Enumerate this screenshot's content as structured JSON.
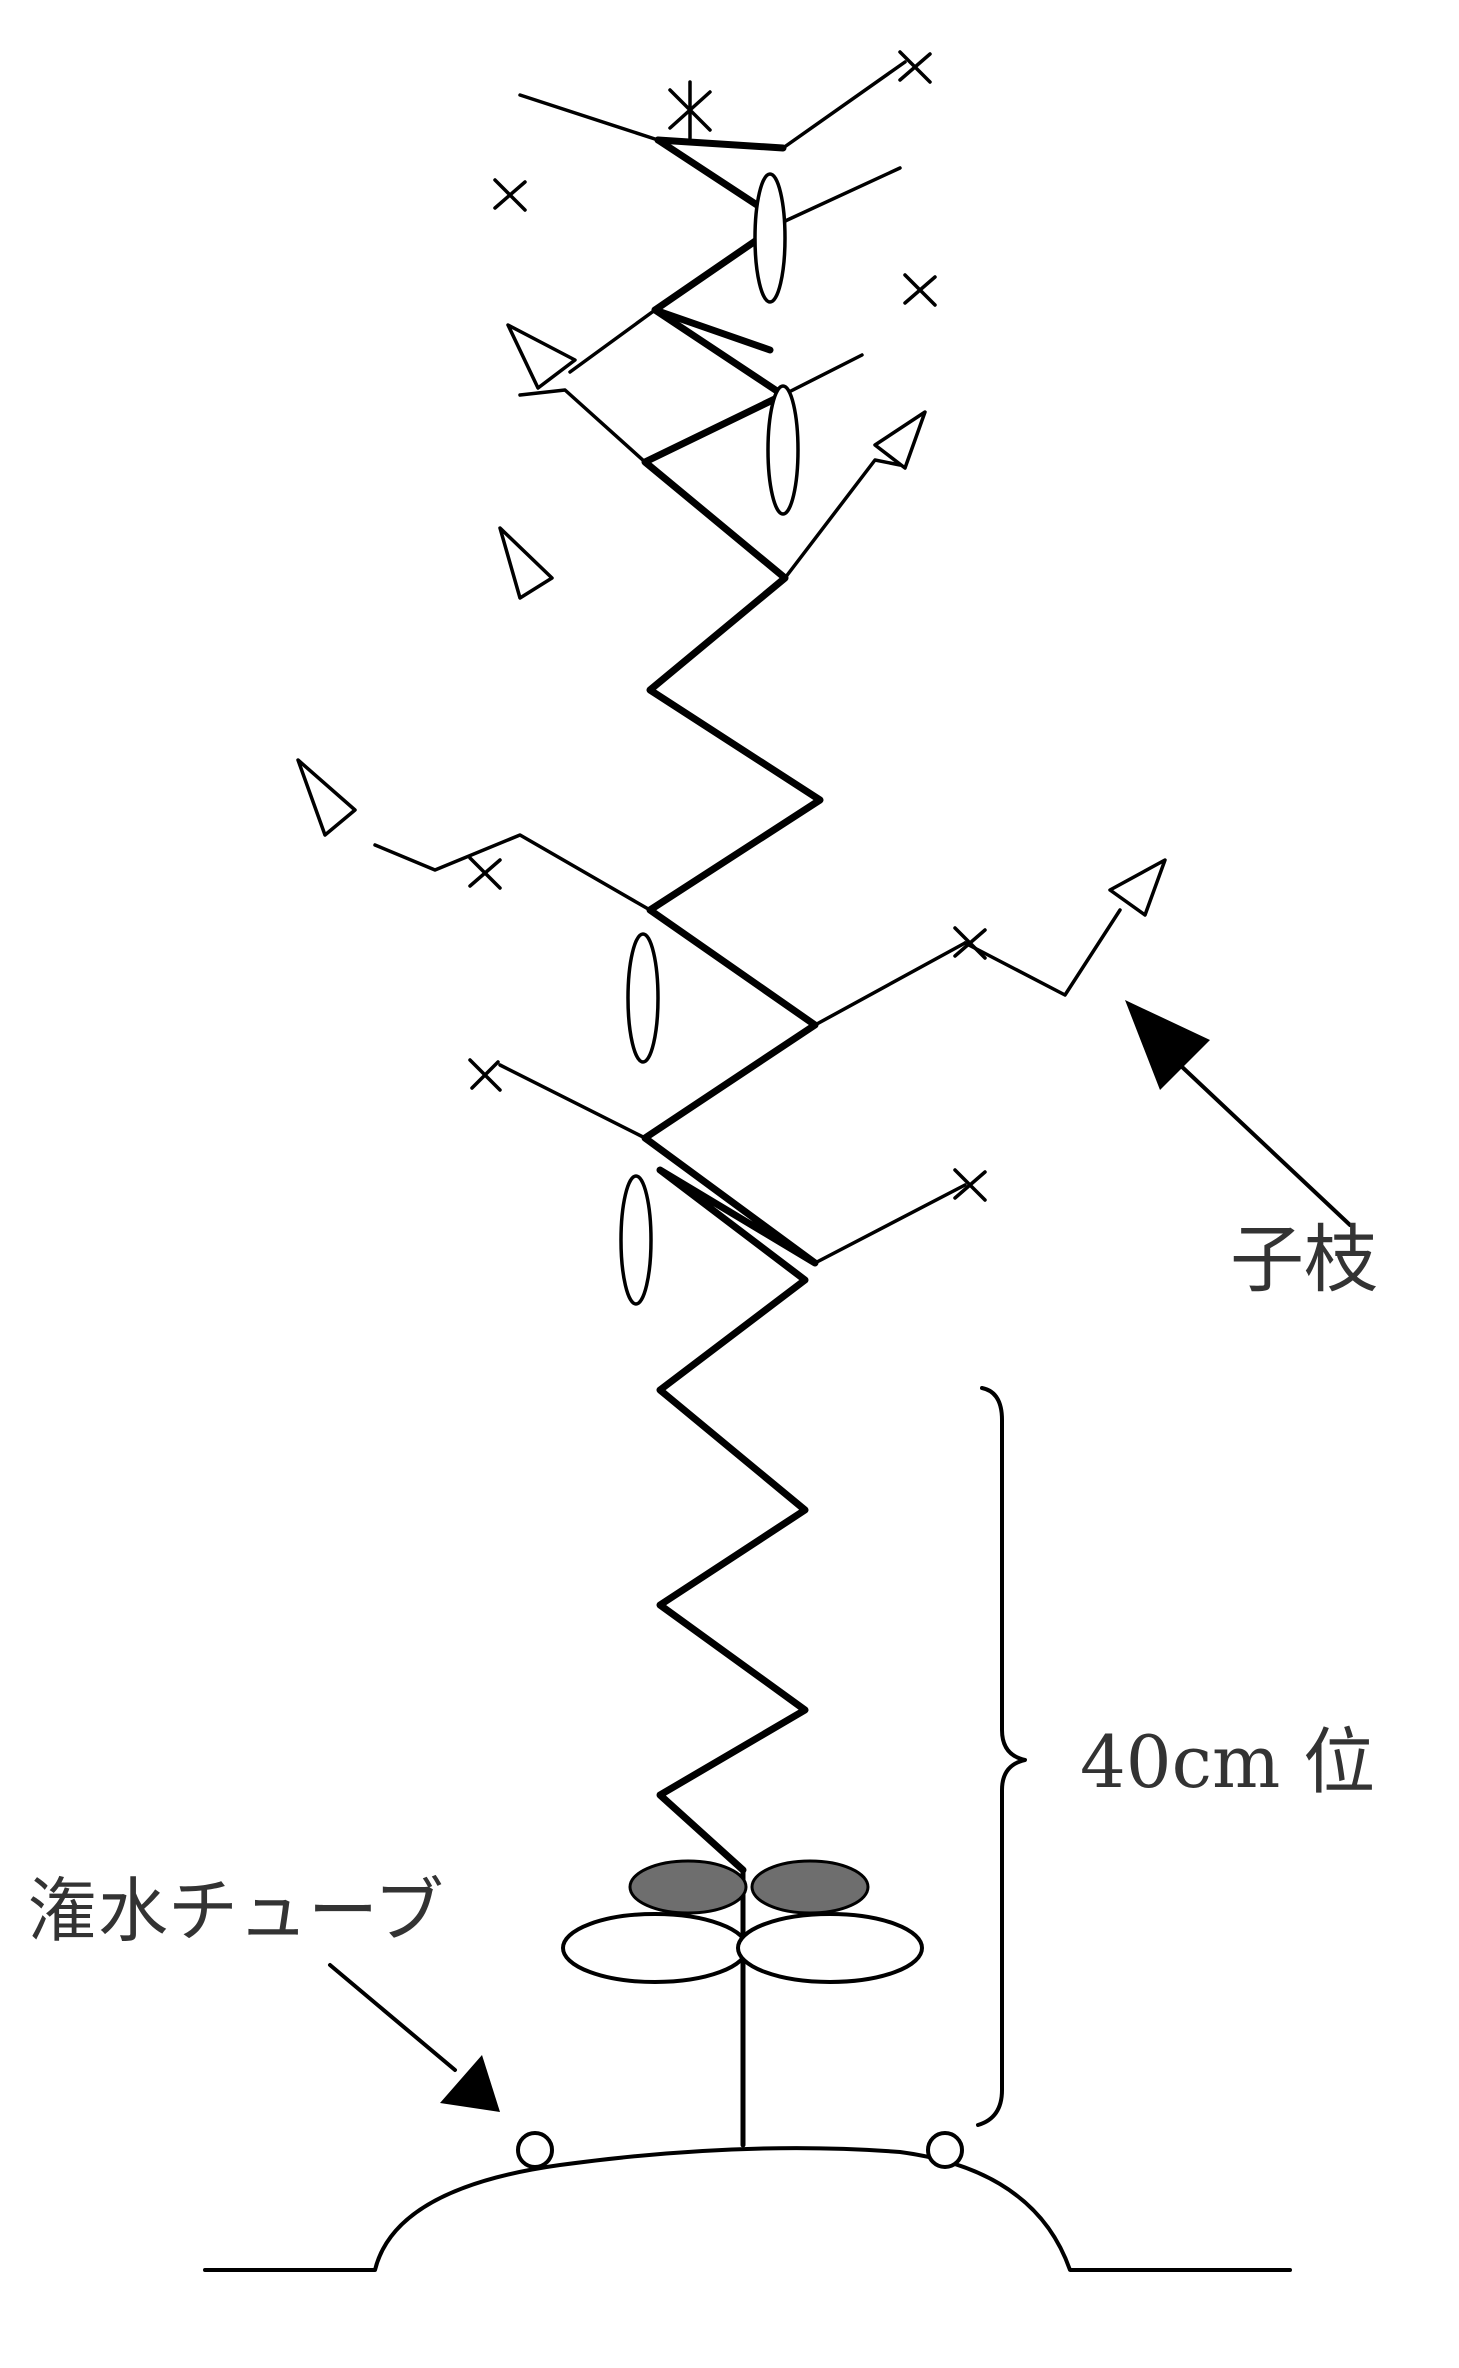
{
  "labels": {
    "child_branch": "子枝",
    "height_note": "40cm 位",
    "irrigation_tube": "潅水チューブ"
  },
  "colors": {
    "line": "#000000",
    "cotyledon_fill": "#6e6e6e",
    "leaf_fill": "#ffffff",
    "text": "#333333"
  },
  "icons": [
    "arrow-icon",
    "bud-triangle-icon",
    "pinch-mark-icon",
    "tube-circle-icon"
  ]
}
